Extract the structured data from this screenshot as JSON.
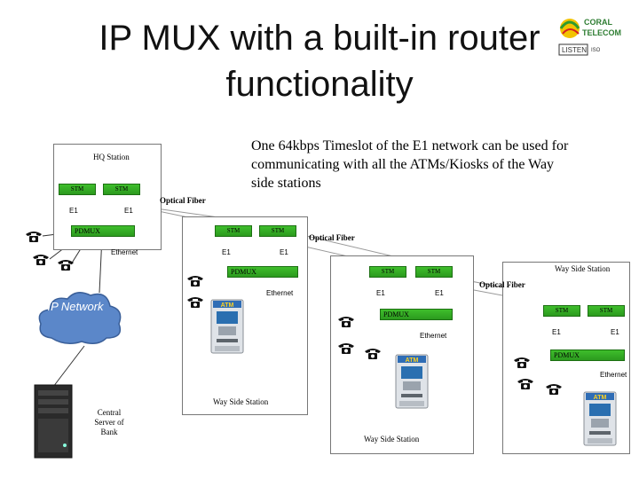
{
  "title": {
    "line1": "IP MUX with a built-in router",
    "line2": "functionality"
  },
  "logo": {
    "brand_top": "CORAL",
    "brand_bottom": "TELECOM",
    "tag": "LISTEN",
    "cert": "ISO"
  },
  "note": "One 64kbps Timeslot of the E1 network can be used for communicating with all the ATMs/Kiosks of the Way side stations",
  "labels": {
    "hq_station": "HQ Station",
    "way_side_station": "Way Side Station",
    "optical_fiber": "Optical Fiber",
    "stm": "STM",
    "e1": "E1",
    "pdmux": "PDMUX",
    "ethernet": "Ethernet",
    "ip_network": "IP Network",
    "central_server": "Central Server of Bank",
    "atm_sign": "ATM"
  },
  "icons": [
    "telephone-icon",
    "atm-kiosk-icon",
    "server-icon",
    "cloud-icon"
  ]
}
